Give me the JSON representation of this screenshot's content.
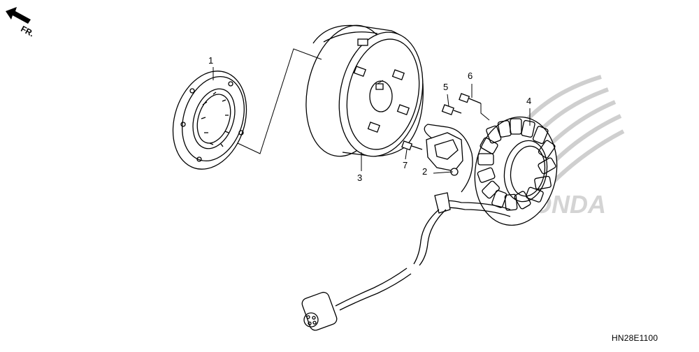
{
  "direction_indicator": {
    "label": "FR."
  },
  "callouts": [
    {
      "id": "1",
      "label": "1"
    },
    {
      "id": "2",
      "label": "2"
    },
    {
      "id": "3",
      "label": "3"
    },
    {
      "id": "4",
      "label": "4"
    },
    {
      "id": "5",
      "label": "5"
    },
    {
      "id": "6",
      "label": "6"
    },
    {
      "id": "7",
      "label": "7"
    }
  ],
  "diagram_code": "HN28E1100",
  "watermark": {
    "text": "HONDA",
    "color": "#c8c8c8"
  },
  "colors": {
    "line": "#000000",
    "background": "#ffffff",
    "watermark": "#cfcfcf"
  }
}
